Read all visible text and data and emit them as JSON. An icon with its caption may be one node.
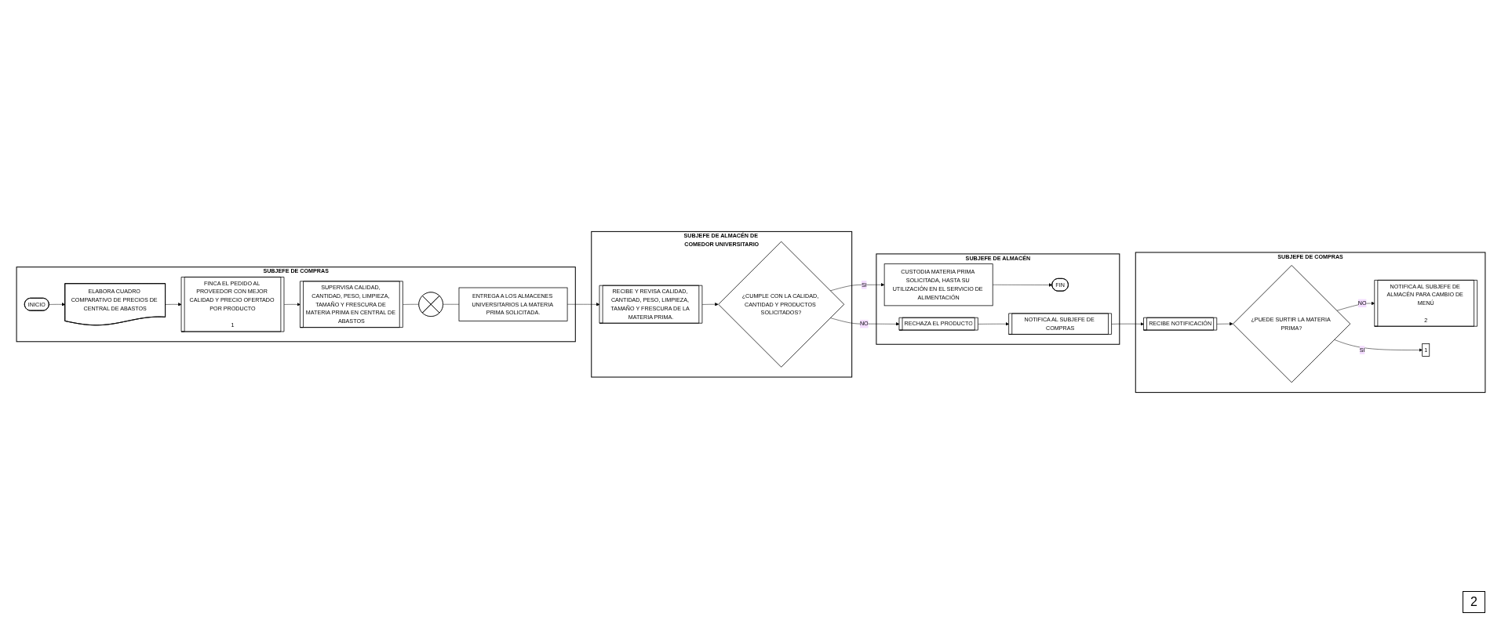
{
  "diagram": {
    "nodes": [
      {
        "text": [
          "SUBJEFE DE COMPRAS"
        ]
      },
      {
        "text": [
          "INICIO"
        ],
        "in": 0
      },
      {
        "text": [
          "ELABORA CUADRO COMPARATIVO DE PRECIOS DE CENTRAL DE ABASTOS"
        ],
        "in": 0
      },
      {
        "text": [
          "FINCA EL PEDIDO AL PROVEEDOR CON MEJOR CALIDAD Y PRECIO OFERTADO POR PRODUCTO"
        ],
        "beside": [
          "1"
        ],
        "in": 0
      },
      {
        "text": [
          "SUPERVISA CALIDAD, CANTIDAD, PESO, LIMPIEZA, TAMAÑO Y FRESCURA DE MATERIA PRIMA EN CENTRAL DE ABASTOS"
        ],
        "in": 0
      },
      {
        "text": [],
        "shape": "circle",
        "in": 0
      },
      {
        "text": [
          "ENTREGA A LOS ALMACENES UNIVERSITARIOS LA MATERIA PRIMA SOLICITADA."
        ],
        "in": 0
      },
      {
        "text": [
          "SUBJEFE DE ALMACÉN DE COMEDOR UNIVERSITARIO"
        ]
      },
      {
        "text": [
          "RECIBE Y REVISA CALIDAD, CANTIDAD, PESO, LIMPIEZA, TAMAÑO Y FRESCURA DE LA MATERIA PRIMA."
        ],
        "in": 7
      },
      {
        "text": [
          "¿CUMPLE CON LA CALIDAD, CANTIDAD Y PRODUCTOS SOLICITADOS?"
        ],
        "in": 7
      },
      {
        "text": [
          "SUBJEFE DE ALMACÉN"
        ]
      },
      {
        "text": [
          "CUSTODIA MATERIA PRIMA SOLICITADA, HASTA SU UTILIZACIÓN EN EL SERVICIO DE ALIMENTACIÓN"
        ],
        "in": 10
      },
      {
        "text": [
          "FIN"
        ],
        "in": 10
      },
      {
        "text": [
          "RECHAZA EL PRODUCTO"
        ],
        "in": 10
      },
      {
        "text": [
          "NOTIFICA AL SUBJEFE DE COMPRAS"
        ],
        "in": 10
      },
      {
        "text": [
          "SUBJEFE DE COMPRAS"
        ]
      },
      {
        "text": [
          "RECIBE NOTIFICACIÓN"
        ],
        "in": 15
      },
      {
        "text": [
          "¿PUEDE SURTIR LA MATERIA PRIMA?"
        ],
        "in": 15
      },
      {
        "text": [
          "NOTIFICA AL SUBJEFE DE ALMACÉN PARA CAMBIO DE MENÚ"
        ],
        "beside": [
          "2"
        ],
        "in": 15
      },
      {
        "text": [
          "1"
        ],
        "in": 15
      }
    ],
    "edges": [
      {
        "from": 1,
        "to": 2,
        "arrow": "to"
      },
      {
        "from": 2,
        "to": 3,
        "arrow": "to"
      },
      {
        "from": 3,
        "to": 4,
        "arrow": "to"
      },
      {
        "from": 4,
        "to": 5,
        "arrow": "none"
      },
      {
        "from": 5,
        "to": 6,
        "arrow": "none"
      },
      {
        "from": 6,
        "to": 8,
        "arrow": "to"
      },
      {
        "from": 8,
        "to": 9,
        "arrow": "to"
      },
      {
        "from": 9,
        "to": 11,
        "arrow": "to",
        "label": "SI"
      },
      {
        "from": 9,
        "to": 13,
        "arrow": "to",
        "label": "NO"
      },
      {
        "from": 11,
        "to": 12,
        "arrow": "to"
      },
      {
        "from": 13,
        "to": 14,
        "arrow": "to"
      },
      {
        "from": 14,
        "to": 16,
        "arrow": "to"
      },
      {
        "from": 16,
        "to": 17,
        "arrow": "to"
      },
      {
        "from": 17,
        "to": 19,
        "arrow": "to",
        "label": "SI"
      },
      {
        "from": 17,
        "to": 18,
        "arrow": "to",
        "label": "NO"
      }
    ],
    "labels": [
      "2"
    ]
  }
}
